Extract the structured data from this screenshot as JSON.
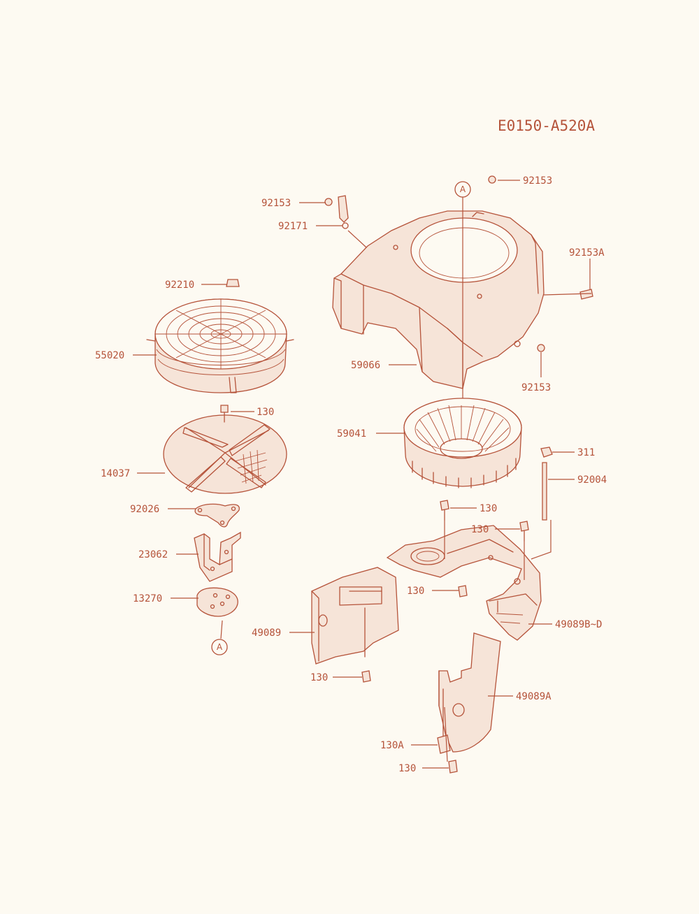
{
  "diagram_code": "E0150-A520A",
  "reference_marker": "A",
  "colors": {
    "line": "#b5533a",
    "background": "#fdfaf2"
  },
  "parts": {
    "p92153_top": "92153",
    "p92153_left": "92153",
    "p92171": "92171",
    "p92153A": "92153A",
    "p92153_right": "92153",
    "p92210": "92210",
    "p55020": "55020",
    "p59066": "59066",
    "p59041": "59041",
    "p130_a": "130",
    "p14037": "14037",
    "p311": "311",
    "p92004": "92004",
    "p92026": "92026",
    "p130_b": "130",
    "p130_c": "130",
    "p23062": "23062",
    "p130_d": "130",
    "p13270": "13270",
    "p49089": "49089",
    "p49089BD": "49089B~D",
    "p130_e": "130",
    "p49089A": "49089A",
    "p130A": "130A",
    "p130_f": "130"
  }
}
